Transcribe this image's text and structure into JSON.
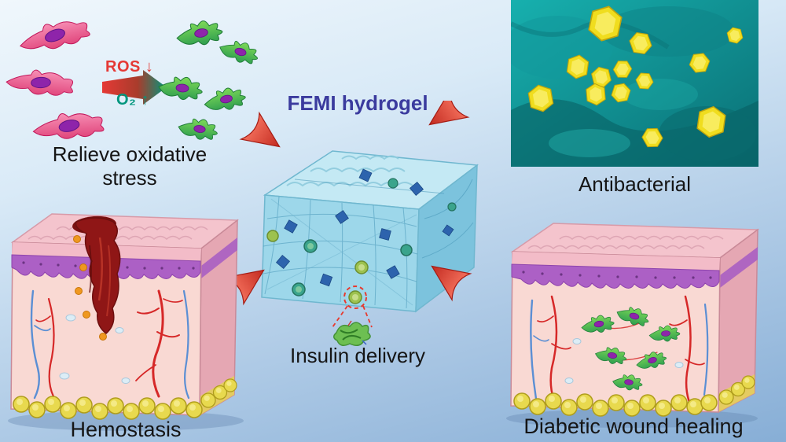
{
  "figure": {
    "title": "FEMI hydrogel",
    "labels": {
      "ros": "ROS",
      "ros_arrow": "↓",
      "o2": "O₂",
      "o2_arrow": "↑",
      "oxidative_line1": "Relieve oxidative",
      "oxidative_line2": "stress",
      "antibacterial": "Antibacterial",
      "insulin": "Insulin delivery",
      "hemostasis": "Hemostasis",
      "diabetic": "Diabetic wound healing"
    },
    "colors": {
      "title": "#3b3b9e",
      "ros": "#e53935",
      "o2": "#00967d",
      "caption": "#151515",
      "background_top": "#f0f7fc",
      "background_bottom": "#87aed6",
      "hydrogel": "#9dd7ea",
      "sem_teal": "#0f8e92",
      "crystal_yellow": "#f0dd1e",
      "skin_pink": "#f9d9d3",
      "epidermis_purple": "#ac60c5",
      "blood_red": "#8f1616",
      "fat_yellow": "#e8d94e"
    }
  }
}
